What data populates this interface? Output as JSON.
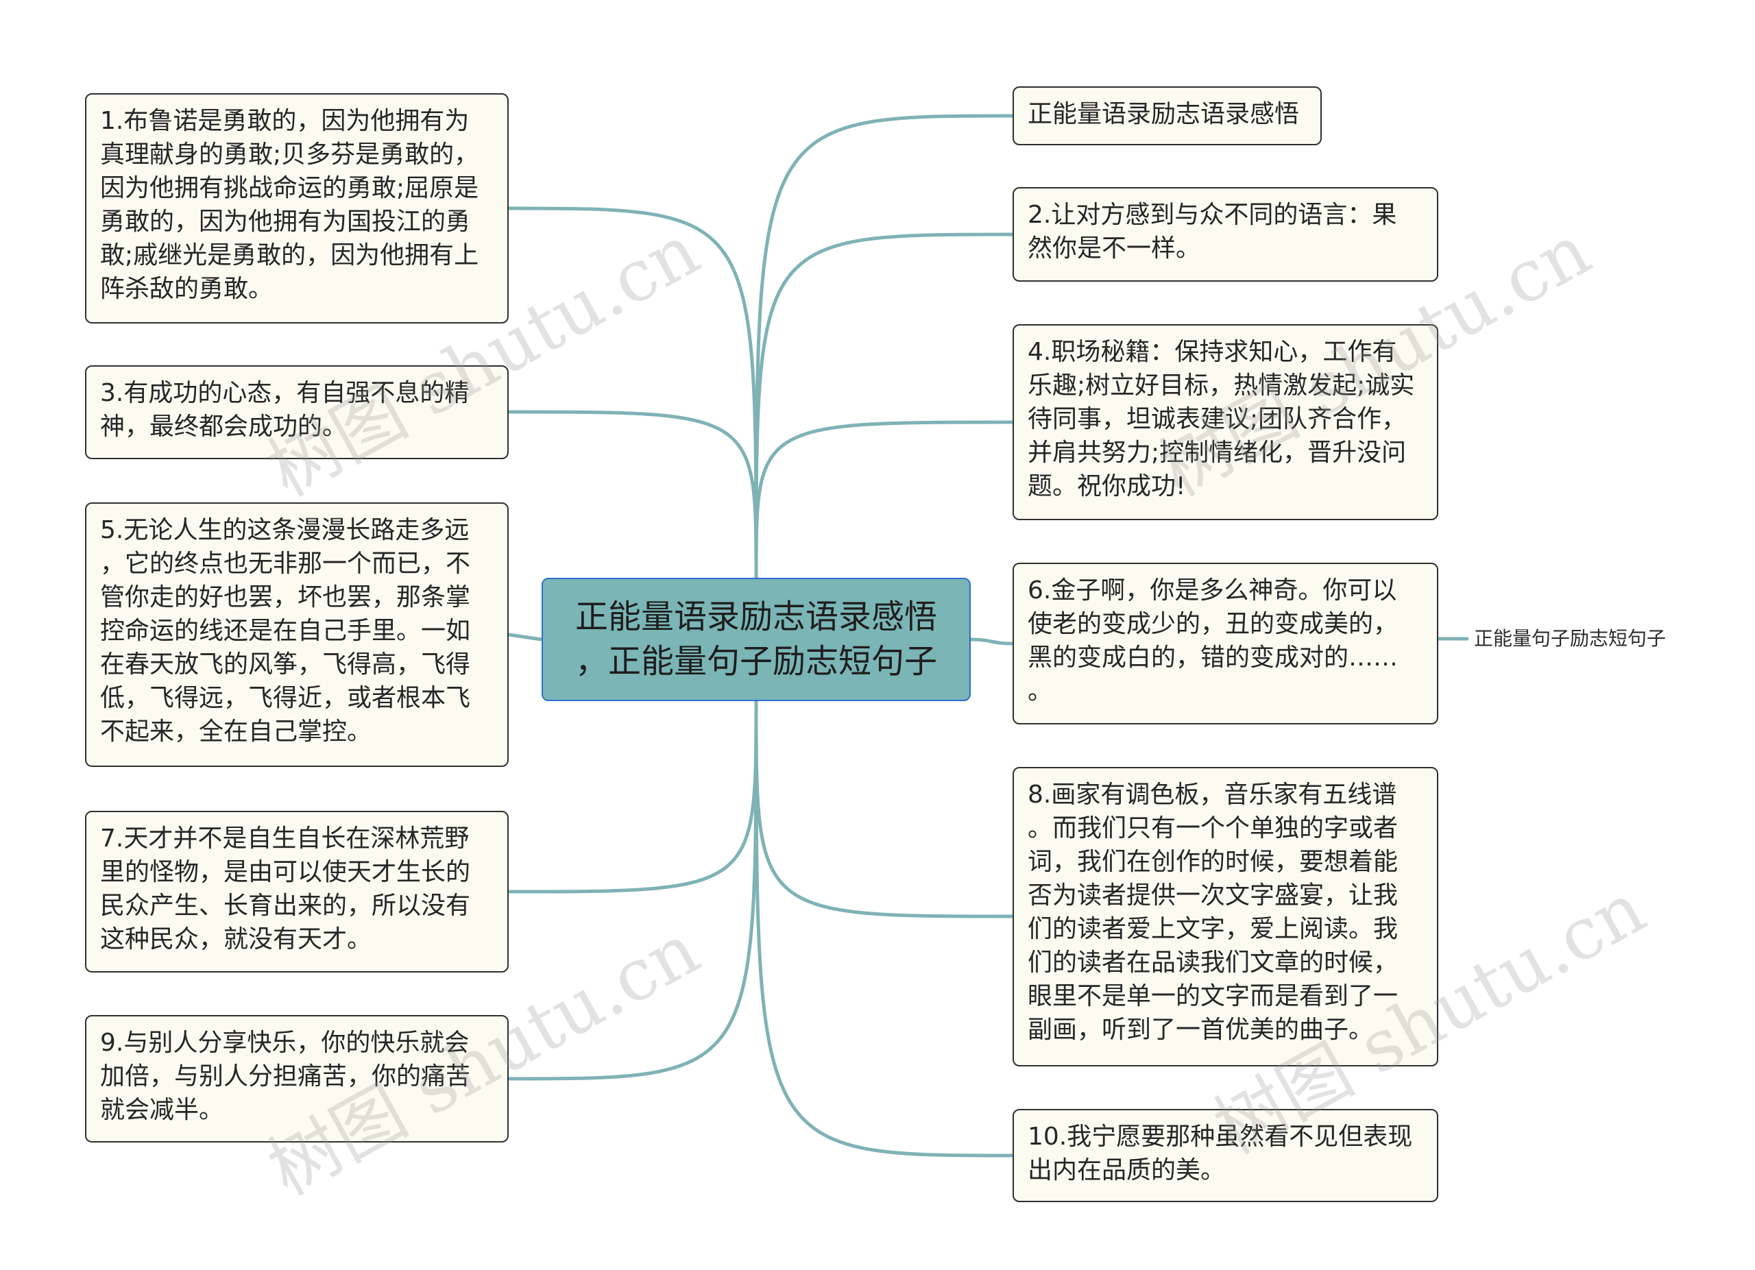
{
  "root": {
    "text": "正能量语录励志语录感悟\n，正能量句子励志短句子"
  },
  "left_nodes": [
    {
      "text": "1.布鲁诺是勇敢的，因为他拥有为\n真理献身的勇敢;贝多芬是勇敢的，\n因为他拥有挑战命运的勇敢;屈原是\n勇敢的，因为他拥有为国投江的勇\n敢;戚继光是勇敢的，因为他拥有上\n阵杀敌的勇敢。"
    },
    {
      "text": "3.有成功的心态，有自强不息的精\n神，最终都会成功的。"
    },
    {
      "text": "5.无论人生的这条漫漫长路走多远\n，它的终点也无非那一个而已，不\n管你走的好也罢，坏也罢，那条掌\n控命运的线还是在自己手里。一如\n在春天放飞的风筝，飞得高，飞得\n低，飞得远，飞得近，或者根本飞\n不起来，全在自己掌控。"
    },
    {
      "text": "7.天才并不是自生自长在深林荒野\n里的怪物，是由可以使天才生长的\n民众产生、长育出来的，所以没有\n这种民众，就没有天才。"
    },
    {
      "text": "9.与别人分享快乐，你的快乐就会\n加倍，与别人分担痛苦，你的痛苦\n就会减半。"
    }
  ],
  "right_nodes": [
    {
      "text": "正能量语录励志语录感悟"
    },
    {
      "text": "2.让对方感到与众不同的语言：果\n然你是不一样。"
    },
    {
      "text": "4.职场秘籍：保持求知心，工作有\n乐趣;树立好目标，热情激发起;诚实\n待同事，坦诚表建议;团队齐合作，\n并肩共努力;控制情绪化，晋升没问\n题。祝你成功!"
    },
    {
      "text": "6.金子啊，你是多么神奇。你可以\n使老的变成少的，丑的变成美的，\n黑的变成白的，错的变成对的……\n。"
    },
    {
      "text": "8.画家有调色板，音乐家有五线谱\n。而我们只有一个个单独的字或者\n词，我们在创作的时候，要想着能\n否为读者提供一次文字盛宴，让我\n们的读者爱上文字，爱上阅读。我\n们的读者在品读我们文章的时候，\n眼里不是单一的文字而是看到了一\n副画，听到了一首优美的曲子。"
    },
    {
      "text": "10.我宁愿要那种虽然看不见但表现\n出内在品质的美。"
    }
  ],
  "sub_leaf": {
    "text": "正能量句子励志短句子"
  },
  "watermarks": [
    "树图 shutu.cn",
    "树图 shutu.cn",
    "树图 shutu.cn",
    "树图 shutu.cn"
  ],
  "colors": {
    "line": "#7fb2b5",
    "root_fill": "#7bb5b6",
    "node_fill": "#fcfbf2"
  }
}
